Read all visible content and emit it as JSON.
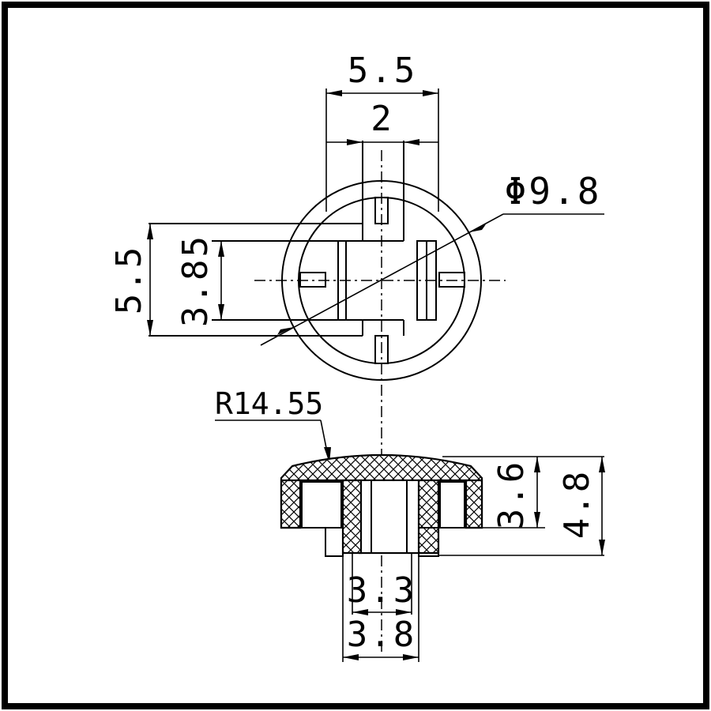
{
  "top_view": {
    "dim_width_outer": "5.5",
    "dim_width_inner": "2",
    "dim_diameter": "Φ9.8",
    "dim_height_outer": "5.5",
    "dim_height_inner": "3.85"
  },
  "side_view": {
    "dim_radius": "R14.55",
    "dim_cap_height": "3.6",
    "dim_total_height": "4.8",
    "dim_bore_inner": "3.3",
    "dim_bore_outer": "3.8"
  }
}
